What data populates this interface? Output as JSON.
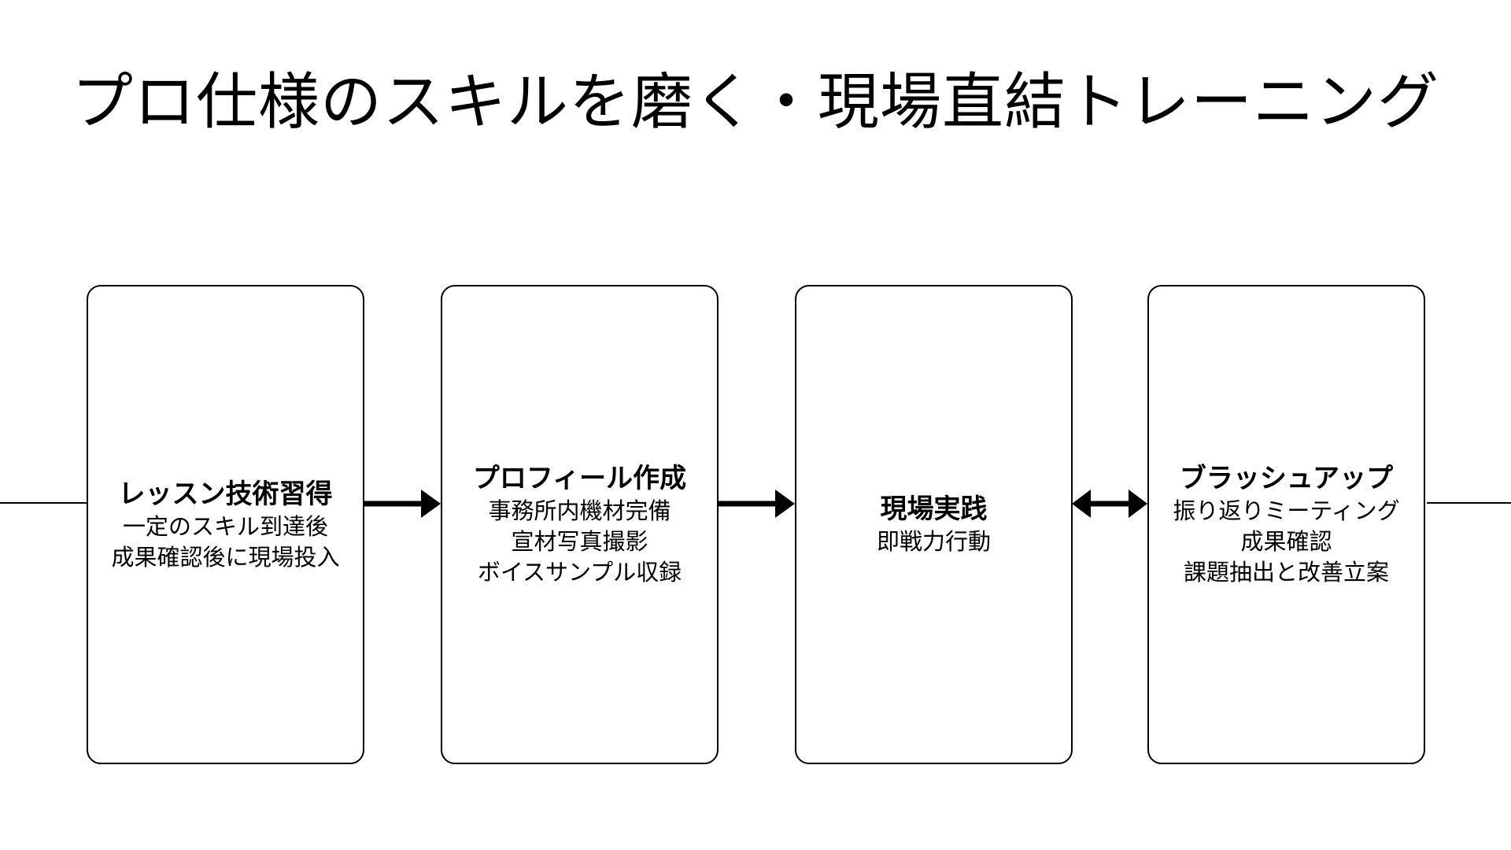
{
  "page": {
    "title": "プロ仕様のスキルを磨く・現場直結トレーニング",
    "background_color": "#ffffff",
    "text_color": "#000000",
    "border_color": "#000000"
  },
  "flow": {
    "nodes": [
      {
        "id": "step-1",
        "title": "レッスン技術習得",
        "lines": [
          "一定のスキル到達後",
          "成果確認後に現場投入"
        ]
      },
      {
        "id": "step-2",
        "title": "プロフィール作成",
        "lines": [
          "事務所内機材完備",
          "宣材写真撮影",
          "ボイスサンプル収録"
        ]
      },
      {
        "id": "step-3",
        "title": "現場実践",
        "lines": [
          "即戦力行動"
        ]
      },
      {
        "id": "step-4",
        "title": "ブラッシュアップ",
        "lines": [
          "振り返りミーティング",
          "成果確認",
          "課題抽出と改善立案"
        ]
      }
    ],
    "connectors": [
      {
        "type": "plain-line",
        "from": "offscreen-left",
        "to": "step-1"
      },
      {
        "type": "arrow-right",
        "from": "step-1",
        "to": "step-2"
      },
      {
        "type": "arrow-right",
        "from": "step-2",
        "to": "step-3"
      },
      {
        "type": "arrow-bidirectional",
        "from": "step-3",
        "to": "step-4"
      },
      {
        "type": "plain-line",
        "from": "step-4",
        "to": "offscreen-right"
      }
    ]
  }
}
